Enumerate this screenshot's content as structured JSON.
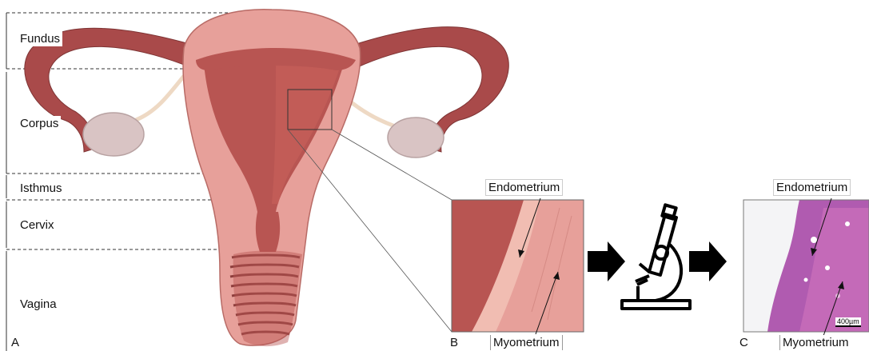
{
  "panel_a": {
    "letter": "A",
    "regions": [
      "Fundus",
      "Corpus",
      "Isthmus",
      "Cervix",
      "Vagina"
    ]
  },
  "panel_b": {
    "letter": "B",
    "label_top": "Endometrium",
    "label_bottom": "Myometrium"
  },
  "panel_c": {
    "letter": "C",
    "label_top": "Endometrium",
    "label_bottom": "Myometrium",
    "scale_bar": "400µm"
  },
  "colors": {
    "uterus_outer": "#a94a4a",
    "uterus_mid": "#e7a09a",
    "uterus_inner": "#b85552",
    "ovary": "#d9c4c4",
    "histology": "#b05bb0"
  }
}
